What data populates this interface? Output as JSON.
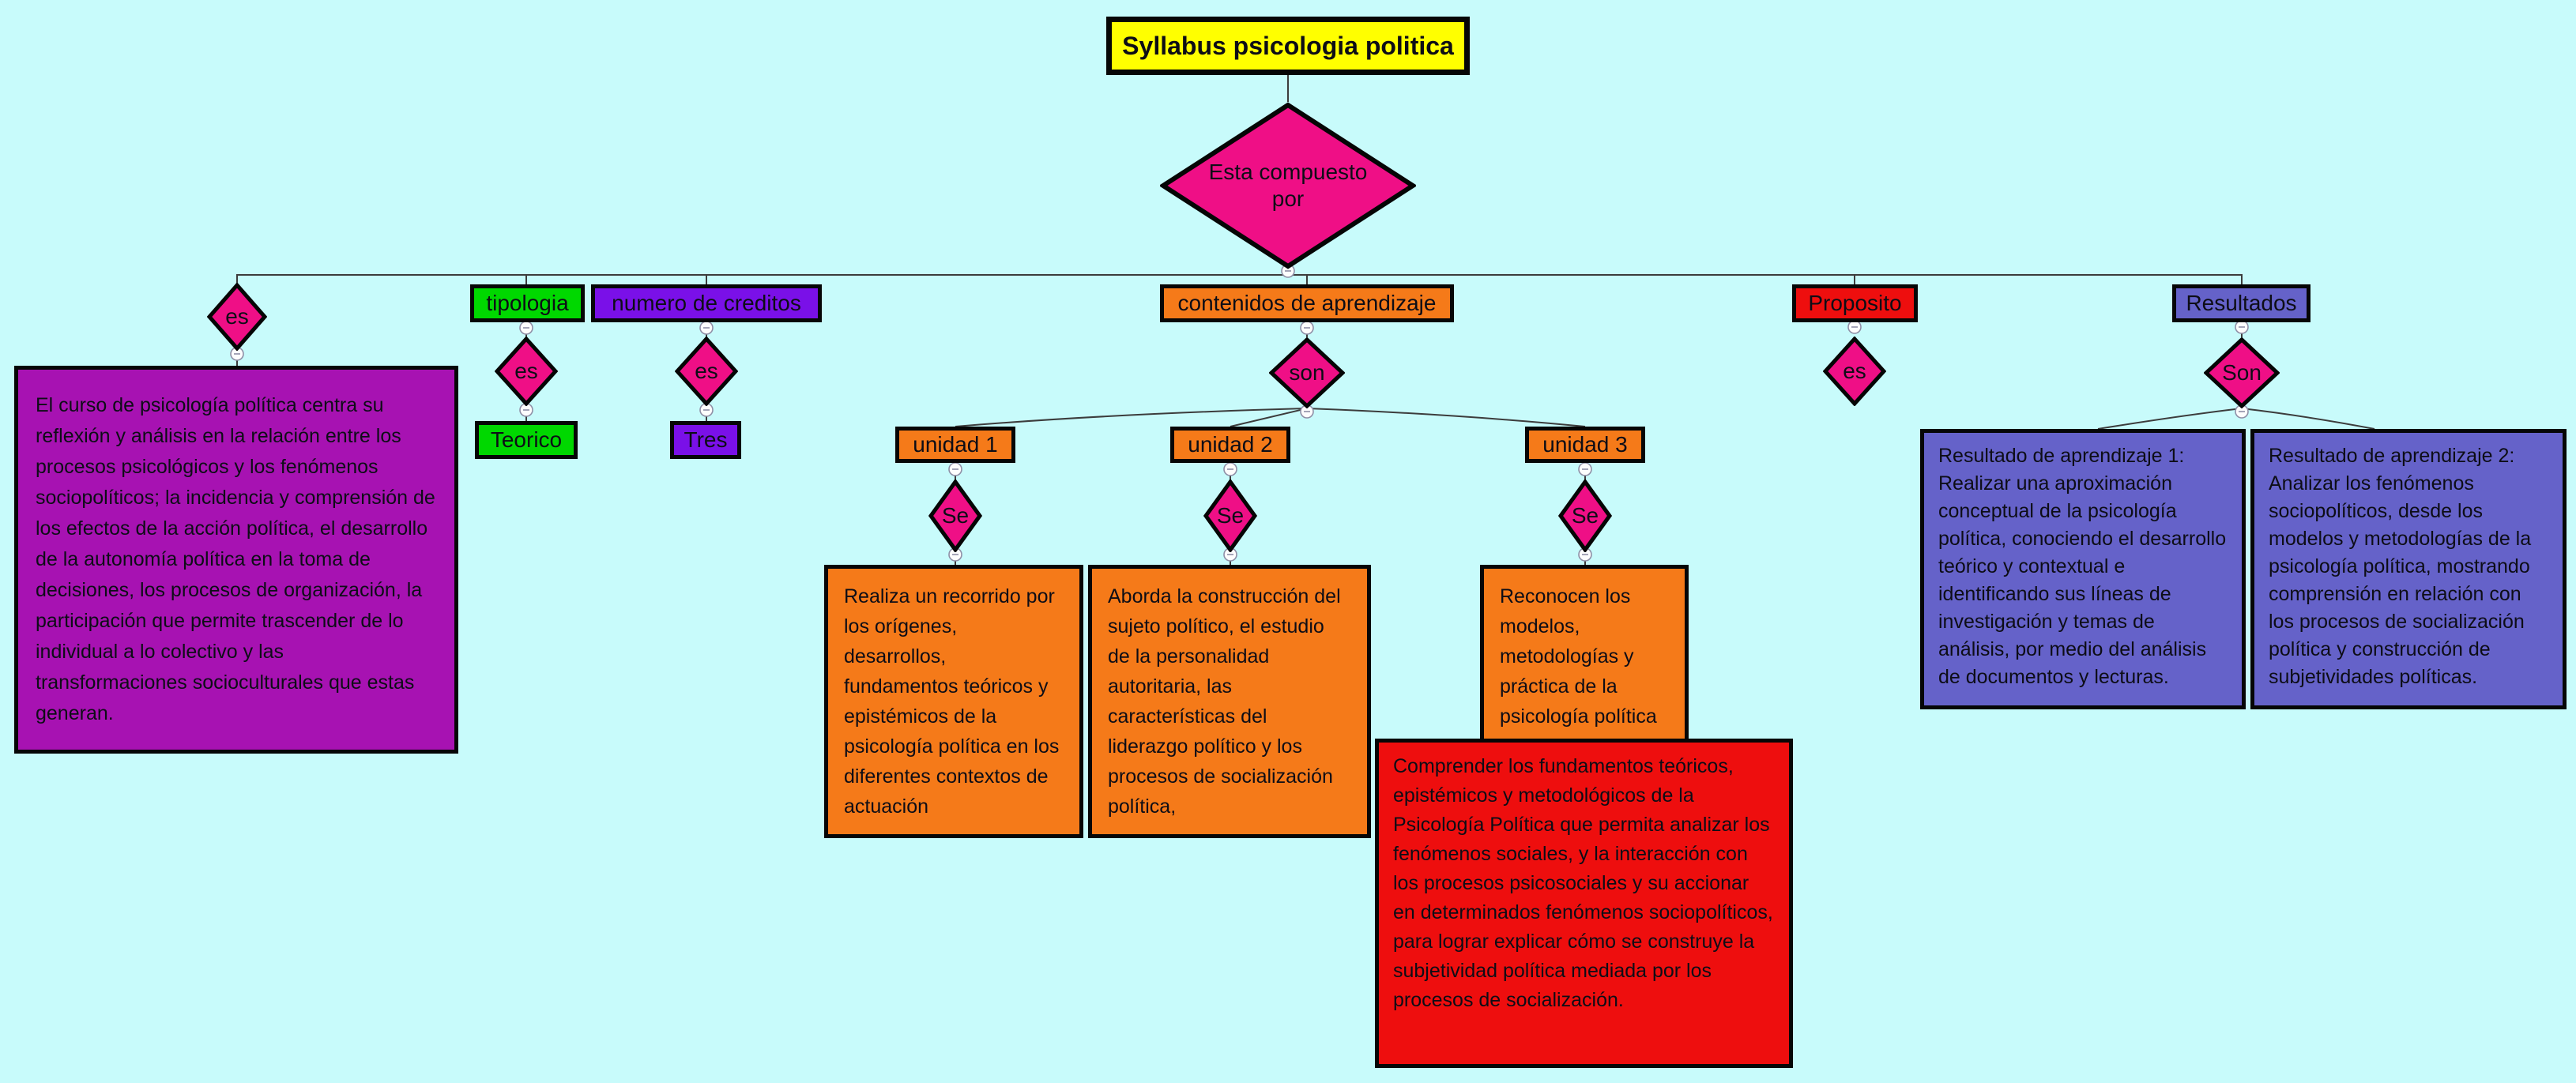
{
  "title": "Syllabus psicologia politica",
  "root_relation": "Esta compuesto por",
  "descripcion": {
    "relation": "es",
    "text": "El curso de psicología política centra su reflexión y análisis en la relación entre los procesos psicológicos y los fenómenos sociopolíticos; la incidencia y comprensión de los efectos de la acción política, el desarrollo de la autonomía política en la toma de decisiones, los procesos de organización, la participación que permite trascender de lo individual a lo colectivo y las transformaciones socioculturales que estas generan."
  },
  "tipologia": {
    "label": "tipologia",
    "relation": "es",
    "value": "Teorico"
  },
  "creditos": {
    "label": "numero de creditos",
    "relation": "es",
    "value": "Tres"
  },
  "contenidos": {
    "label": "contenidos de aprendizaje",
    "relation": "son",
    "unidades": [
      {
        "label": "unidad 1",
        "relation": "Se",
        "text": "Realiza un recorrido por los orígenes, desarrollos, fundamentos teóricos y epistémicos de la psicología política en los diferentes contextos de actuación"
      },
      {
        "label": "unidad 2",
        "relation": "Se",
        "text": "Aborda la construcción del sujeto político, el estudio de la personalidad autoritaria, las características del liderazgo político y los procesos de socialización política,"
      },
      {
        "label": "unidad 3",
        "relation": "Se",
        "text": "Reconocen los modelos, metodologías y práctica de la psicología política",
        "detalle": "Comprender los fundamentos teóricos, epistémicos y metodológicos de la Psicología Política que permita analizar los fenómenos sociales, y la interacción con los procesos psicosociales y su accionar en determinados fenómenos sociopolíticos, para lograr explicar cómo se construye la subjetividad política mediada por los procesos de socialización."
      }
    ]
  },
  "proposito": {
    "label": "Proposito",
    "relation": "es"
  },
  "resultados": {
    "label": "Resultados",
    "relation": "Son",
    "items": [
      "Resultado de aprendizaje 1: Realizar una aproximación conceptual de la psicología política, conociendo el desarrollo teórico y contextual e identificando sus líneas de investigación y temas de análisis, por medio del análisis de documentos y lecturas.",
      "Resultado de aprendizaje 2: Analizar los fenómenos sociopolíticos, desde los modelos y metodologías de la psicología política, mostrando comprensión en relación con los procesos de socialización política y construcción de subjetividades políticas."
    ]
  },
  "colors": {
    "background": "#c8fbfb",
    "node-yellow": "#ffff00",
    "node-pink": "#ef0f86",
    "node-green": "#00d800",
    "node-violet": "#7a10e8",
    "node-orange": "#f57a19",
    "node-purple": "#a712b2",
    "node-red": "#ee0e0e",
    "node-slate": "#6562c9"
  }
}
